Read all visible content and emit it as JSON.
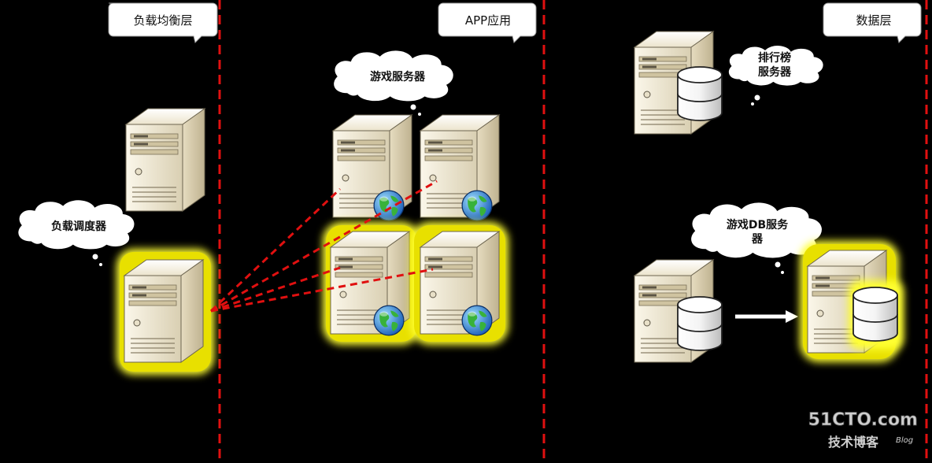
{
  "layers": {
    "lb": "负载均衡层",
    "app": "APP应用",
    "data": "数据层"
  },
  "clouds": {
    "dispatcher": "负载调度器",
    "game_server": "游戏服务器",
    "rank_line1": "排行榜",
    "rank_line2": "服务器",
    "gamedb_line1": "游戏DB服务",
    "gamedb_line2": "器"
  },
  "watermark": {
    "brand": "51CTO.com",
    "sub": "技术博客",
    "blog": "Blog"
  },
  "colors": {
    "background": "#000000",
    "divider": "#e01010",
    "highlight": "#ffff33",
    "server_body": "#f1ead6"
  }
}
